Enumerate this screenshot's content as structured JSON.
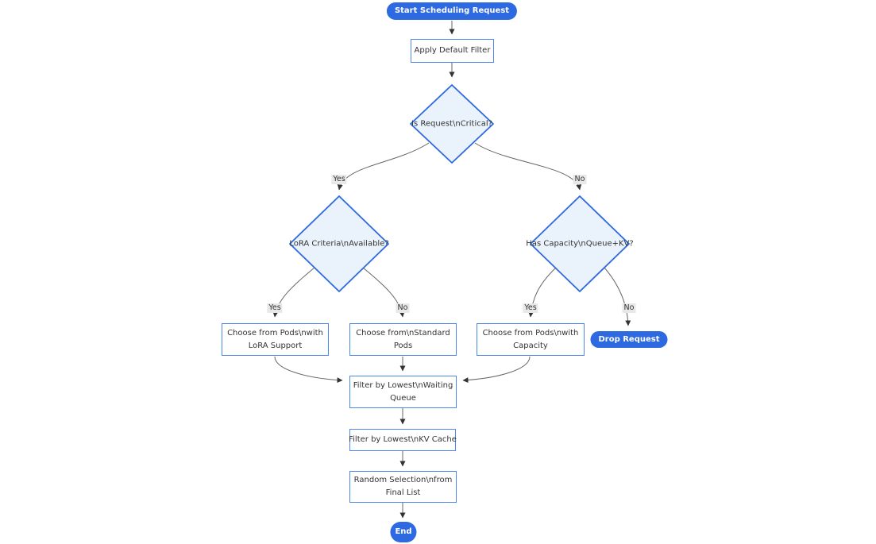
{
  "diagram": {
    "type": "flowchart-top-down",
    "colors": {
      "pill_fill": "#2d69e1",
      "pill_text": "#ffffff",
      "rect_fill": "#ffffff",
      "rect_border": "#4e86ef",
      "diamond_fill": "#eaf3fc",
      "diamond_border": "#2d69e1",
      "edge_line": "#666666",
      "arrowhead": "#333333",
      "edge_label_bg": "#e8e8e8",
      "text": "#333333"
    },
    "nodes": {
      "start": {
        "shape": "stadium",
        "label": "Start Scheduling Request",
        "lines": [
          "Start Scheduling Request"
        ]
      },
      "apply_filter": {
        "shape": "rect",
        "label": "Apply Default Filter",
        "lines": [
          "Apply Default Filter"
        ]
      },
      "is_critical": {
        "shape": "diamond",
        "label": "Is Request\\nCritical?",
        "lines": [
          "Is Request\\nCritical?"
        ]
      },
      "lora_criteria": {
        "shape": "diamond",
        "label": "LoRA Criteria\\nAvailable?",
        "lines": [
          "LoRA Criteria\\nAvailable?"
        ]
      },
      "has_capacity": {
        "shape": "diamond",
        "label": "Has Capacity\\nQueue+KV?",
        "lines": [
          "Has Capacity\\nQueue+KV?"
        ]
      },
      "choose_lora": {
        "shape": "rect",
        "label": "Choose from Pods\\nwith LoRA Support",
        "lines": [
          "Choose from Pods\\nwith",
          "LoRA Support"
        ]
      },
      "choose_standard": {
        "shape": "rect",
        "label": "Choose from\\nStandard Pods",
        "lines": [
          "Choose from\\nStandard",
          "Pods"
        ]
      },
      "choose_capacity": {
        "shape": "rect",
        "label": "Choose from Pods\\nwith Capacity",
        "lines": [
          "Choose from Pods\\nwith",
          "Capacity"
        ]
      },
      "drop_request": {
        "shape": "stadium",
        "label": "Drop Request",
        "lines": [
          "Drop Request"
        ]
      },
      "filter_queue": {
        "shape": "rect",
        "label": "Filter by Lowest\\nWaiting Queue",
        "lines": [
          "Filter by Lowest\\nWaiting",
          "Queue"
        ]
      },
      "filter_kv": {
        "shape": "rect",
        "label": "Filter by Lowest\\nKV Cache",
        "lines": [
          "Filter by Lowest\\nKV Cache"
        ]
      },
      "random_selection": {
        "shape": "rect",
        "label": "Random Selection\\nfrom Final List",
        "lines": [
          "Random Selection\\nfrom",
          "Final List"
        ]
      },
      "end": {
        "shape": "stadium",
        "label": "End",
        "lines": [
          "End"
        ]
      }
    },
    "edge_labels": {
      "critical_yes": "Yes",
      "critical_no": "No",
      "lora_yes": "Yes",
      "lora_no": "No",
      "capacity_yes": "Yes",
      "capacity_no": "No"
    },
    "edges": [
      {
        "from": "start",
        "to": "apply_filter",
        "label": ""
      },
      {
        "from": "apply_filter",
        "to": "is_critical",
        "label": ""
      },
      {
        "from": "is_critical",
        "to": "lora_criteria",
        "label": "Yes"
      },
      {
        "from": "is_critical",
        "to": "has_capacity",
        "label": "No"
      },
      {
        "from": "lora_criteria",
        "to": "choose_lora",
        "label": "Yes"
      },
      {
        "from": "lora_criteria",
        "to": "choose_standard",
        "label": "No"
      },
      {
        "from": "has_capacity",
        "to": "choose_capacity",
        "label": "Yes"
      },
      {
        "from": "has_capacity",
        "to": "drop_request",
        "label": "No"
      },
      {
        "from": "choose_lora",
        "to": "filter_queue",
        "label": ""
      },
      {
        "from": "choose_standard",
        "to": "filter_queue",
        "label": ""
      },
      {
        "from": "choose_capacity",
        "to": "filter_queue",
        "label": ""
      },
      {
        "from": "filter_queue",
        "to": "filter_kv",
        "label": ""
      },
      {
        "from": "filter_kv",
        "to": "random_selection",
        "label": ""
      },
      {
        "from": "random_selection",
        "to": "end",
        "label": ""
      }
    ]
  }
}
